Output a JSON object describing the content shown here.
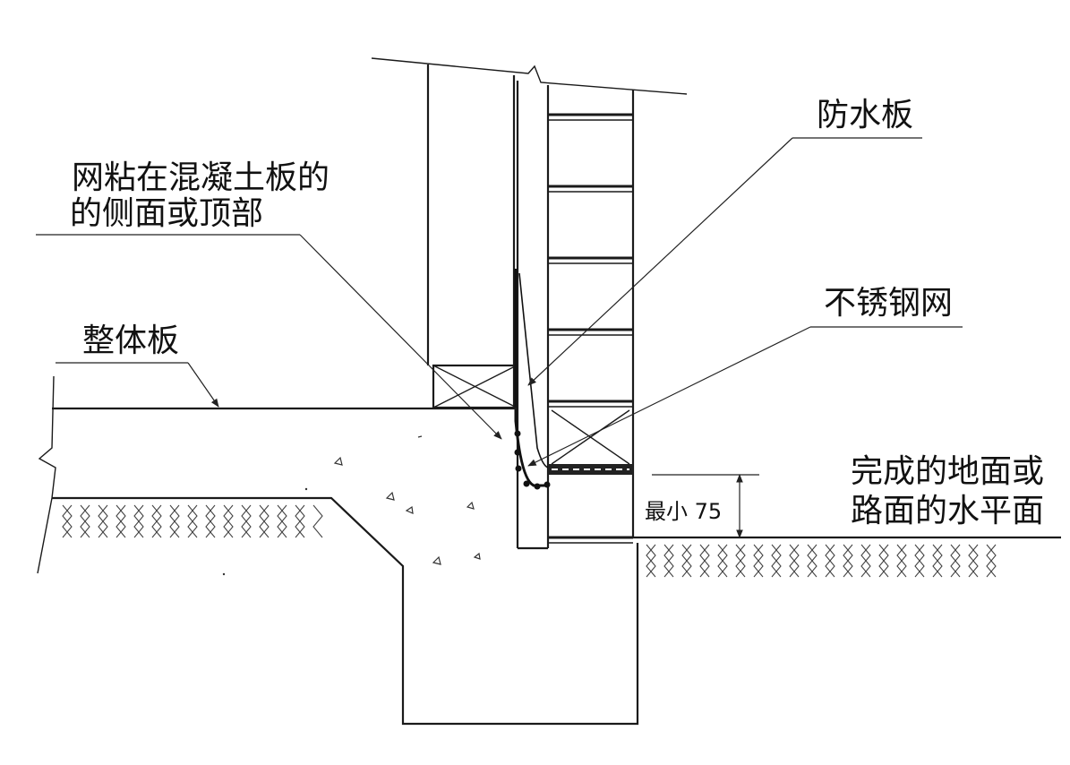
{
  "labels": {
    "waterproof_board": "防水板",
    "mesh_attach_line1": "网粘在混凝土板的",
    "mesh_attach_line2": "的侧面或顶部",
    "stainless_mesh": "不锈钢网",
    "monolithic_slab": "整体板",
    "finished_ground_line1": "完成的地面或",
    "finished_ground_line2": "路面的水平面",
    "min_dimension": "最小 75"
  }
}
